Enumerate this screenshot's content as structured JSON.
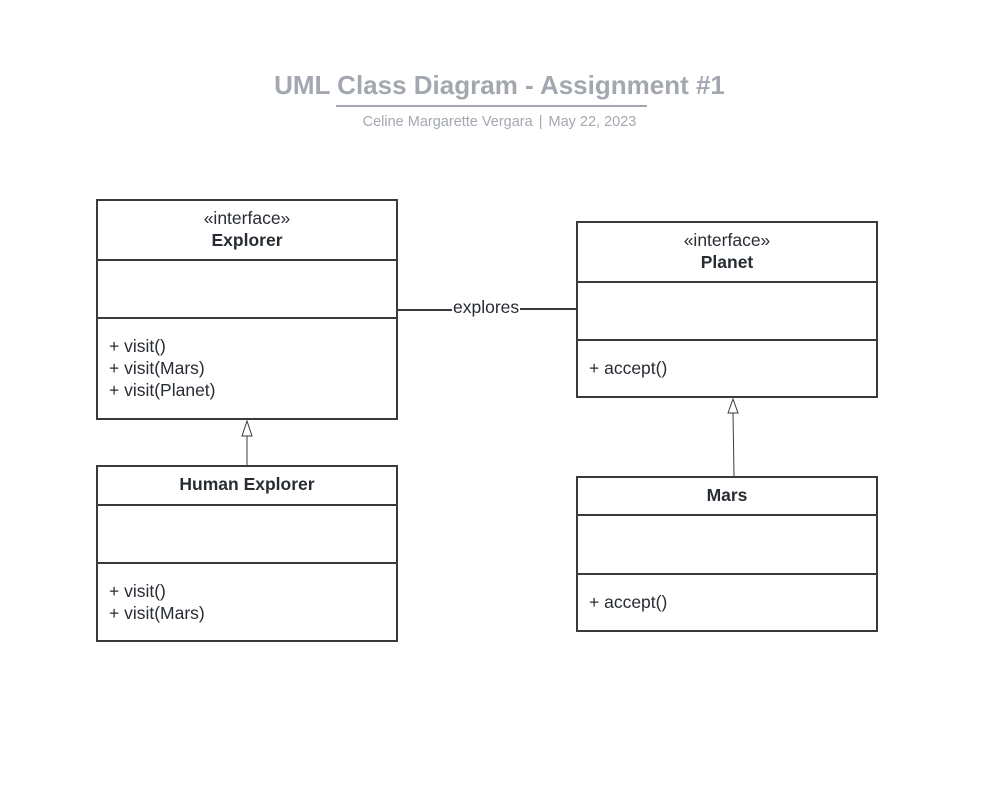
{
  "header": {
    "title": "UML Class Diagram - Assignment #1",
    "author": "Celine Margarette Vergara",
    "separator": "|",
    "date": "May 22, 2023"
  },
  "classes": {
    "explorer": {
      "stereotype": "«interface»",
      "name": "Explorer",
      "attributes": [],
      "operations": [
        "+ visit()",
        "+ visit(Mars)",
        "+ visit(Planet)"
      ]
    },
    "human_explorer": {
      "name": "Human Explorer",
      "attributes": [],
      "operations": [
        "+ visit()",
        "+ visit(Mars)"
      ]
    },
    "planet": {
      "stereotype": "«interface»",
      "name": "Planet",
      "attributes": [],
      "operations": [
        "+ accept()"
      ]
    },
    "mars": {
      "name": "Mars",
      "attributes": [],
      "operations": [
        "+ accept()"
      ]
    }
  },
  "relationships": {
    "association_label": "explores"
  },
  "colors": {
    "title": "#a3a8b0",
    "border": "#3a3a3a",
    "text": "#282c33"
  }
}
